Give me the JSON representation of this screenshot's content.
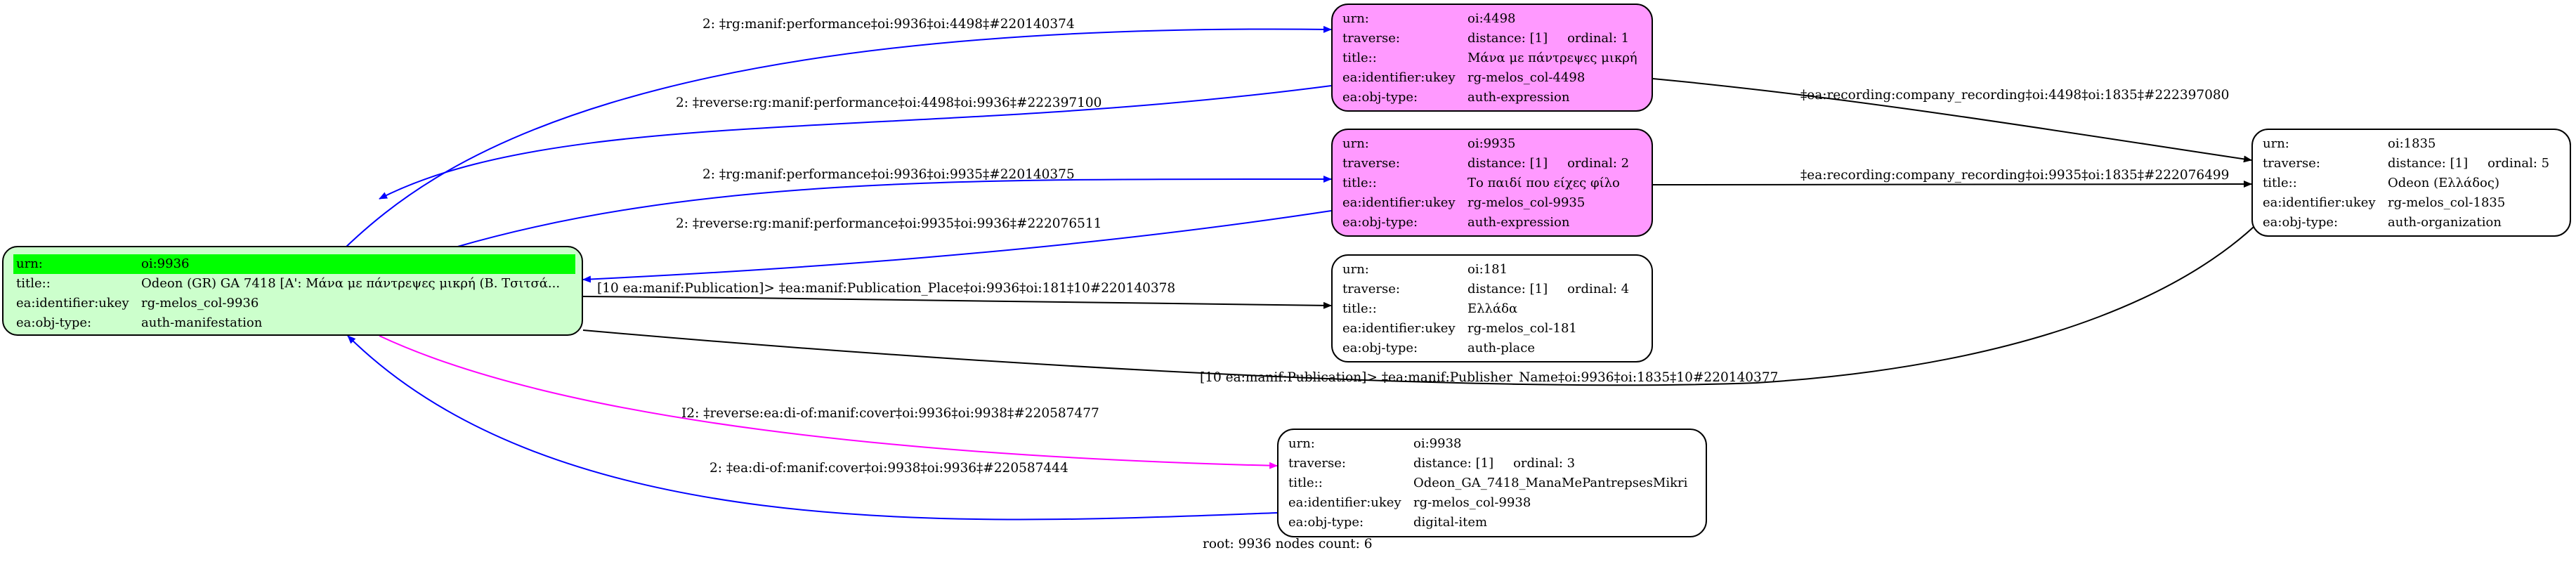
{
  "colors": {
    "blue_edge": "#0000ff",
    "magenta_edge": "#ff00ff",
    "black_edge": "#000000",
    "expression_fill": "#ff99ff",
    "root_fill": "#ccffcc",
    "root_highlight": "#00ff00"
  },
  "nodes": {
    "root": {
      "rows": [
        {
          "k": "urn:",
          "v": "oi:9936"
        },
        {
          "k": "title::",
          "v": "Odeon (GR) GA 7418 [Α': Μάνα με πάντρεψες μικρή (Β. Τσιτσά..."
        },
        {
          "k": "ea:identifier:ukey",
          "v": "rg-melos_col-9936"
        },
        {
          "k": "ea:obj-type:",
          "v": "auth-manifestation"
        }
      ]
    },
    "n4498": {
      "urn_k": "urn:",
      "urn_v": "oi:4498",
      "traverse_k": "traverse:",
      "distance": "distance: [1]",
      "ordinal": "ordinal: 1",
      "title_k": "title::",
      "title_v": "Μάνα με πάντρεψες μικρή",
      "ukey_k": "ea:identifier:ukey",
      "ukey_v": "rg-melos_col-4498",
      "type_k": "ea:obj-type:",
      "type_v": "auth-expression"
    },
    "n9935": {
      "urn_k": "urn:",
      "urn_v": "oi:9935",
      "traverse_k": "traverse:",
      "distance": "distance: [1]",
      "ordinal": "ordinal: 2",
      "title_k": "title::",
      "title_v": "Το παιδί που είχες φίλο",
      "ukey_k": "ea:identifier:ukey",
      "ukey_v": "rg-melos_col-9935",
      "type_k": "ea:obj-type:",
      "type_v": "auth-expression"
    },
    "n181": {
      "urn_k": "urn:",
      "urn_v": "oi:181",
      "traverse_k": "traverse:",
      "distance": "distance: [1]",
      "ordinal": "ordinal: 4",
      "title_k": "title::",
      "title_v": "Ελλάδα",
      "ukey_k": "ea:identifier:ukey",
      "ukey_v": "rg-melos_col-181",
      "type_k": "ea:obj-type:",
      "type_v": "auth-place"
    },
    "n9938": {
      "urn_k": "urn:",
      "urn_v": "oi:9938",
      "traverse_k": "traverse:",
      "distance": "distance: [1]",
      "ordinal": "ordinal: 3",
      "title_k": "title::",
      "title_v": "Odeon_GA_7418_ManaMePantrepsesMikri",
      "ukey_k": "ea:identifier:ukey",
      "ukey_v": "rg-melos_col-9938",
      "type_k": "ea:obj-type:",
      "type_v": "digital-item"
    },
    "n1835": {
      "urn_k": "urn:",
      "urn_v": "oi:1835",
      "traverse_k": "traverse:",
      "distance": "distance: [1]",
      "ordinal": "ordinal: 5",
      "title_k": "title::",
      "title_v": "Odeon (Ελλάδος)",
      "ukey_k": "ea:identifier:ukey",
      "ukey_v": "rg-melos_col-1835",
      "type_k": "ea:obj-type:",
      "type_v": "auth-organization"
    }
  },
  "edges": {
    "e1": "2: ‡rg:manif:performance‡oi:9936‡oi:4498‡#220140374",
    "e2": "2: ‡reverse:rg:manif:performance‡oi:4498‡oi:9936‡#222397100",
    "e3": "2: ‡rg:manif:performance‡oi:9936‡oi:9935‡#220140375",
    "e4": "2: ‡reverse:rg:manif:performance‡oi:9935‡oi:9936‡#222076511",
    "e5": "[10 ea:manif:Publication]> ‡ea:manif:Publication_Place‡oi:9936‡oi:181‡10#220140378",
    "e6": "[10 ea:manif:Publication]> ‡ea:manif:Publisher_Name‡oi:9936‡oi:1835‡10#220140377",
    "e7": "I2: ‡reverse:ea:di-of:manif:cover‡oi:9936‡oi:9938‡#220587477",
    "e8": "2: ‡ea:di-of:manif:cover‡oi:9938‡oi:9936‡#220587444",
    "e9": "‡ea:recording:company_recording‡oi:4498‡oi:1835‡#222397080",
    "e10": "‡ea:recording:company_recording‡oi:9935‡oi:1835‡#222076499"
  },
  "footer": "root: 9936 nodes count: 6"
}
